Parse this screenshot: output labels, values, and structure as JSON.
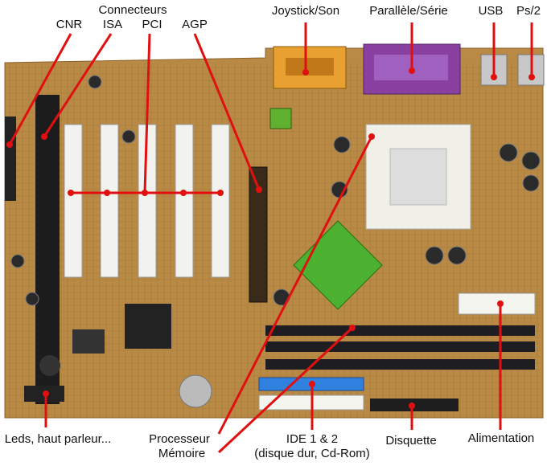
{
  "labels": {
    "connecteurs": "Connecteurs",
    "cnr": "CNR",
    "isa": "ISA",
    "pci": "PCI",
    "agp": "AGP",
    "joystick": "Joystick/Son",
    "parallele": "Parallèle/Série",
    "usb": "USB",
    "ps2": "Ps/2",
    "leds": "Leds, haut parleur...",
    "processeur": "Processeur",
    "memoire": "Mémoire",
    "ide": "IDE 1 & 2",
    "ide_sub": "(disque dur, Cd-Rom)",
    "disquette": "Disquette",
    "alimentation": "Alimentation"
  },
  "colors": {
    "pointer": "#e01010",
    "board": "#b98a45"
  }
}
